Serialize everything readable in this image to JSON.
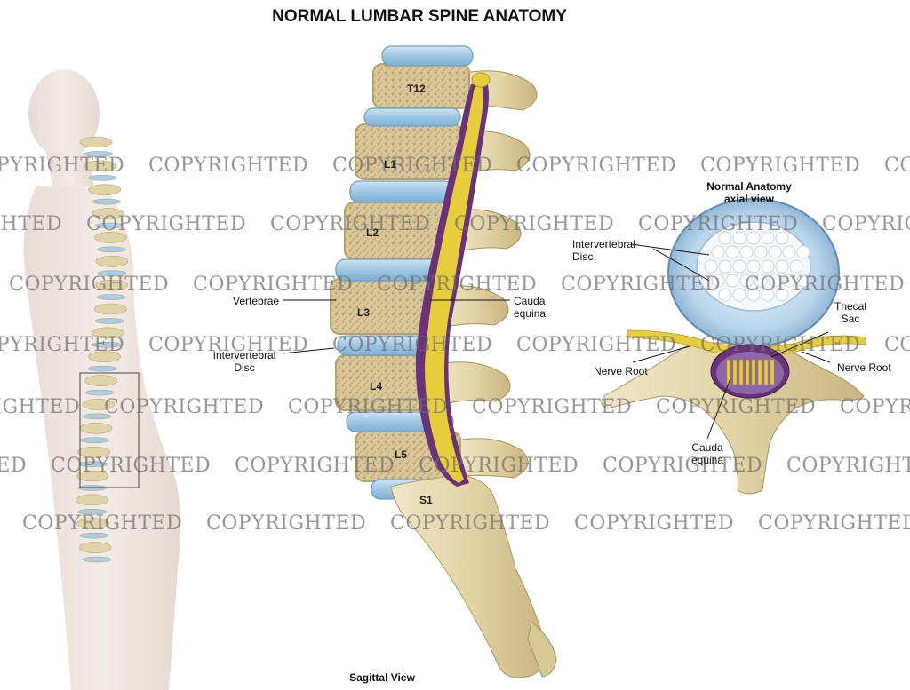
{
  "title": "NORMAL LUMBAR SPINE ANATOMY",
  "sagittal": {
    "caption": "Sagittal View",
    "levels": [
      "T12",
      "L1",
      "L2",
      "L3",
      "L4",
      "L5",
      "S1"
    ],
    "labels": {
      "vertebrae": "Vertebrae",
      "disc_line1": "Intervertebral",
      "disc_line2": "Disc",
      "cauda_line1": "Cauda",
      "cauda_line2": "equina"
    }
  },
  "axial": {
    "title_line1": "Normal Anatomy",
    "title_line2": "axial view",
    "labels": {
      "disc_line1": "Intervertebral",
      "disc_line2": "Disc",
      "thecal_line1": "Thecal",
      "thecal_line2": "Sac",
      "nerve_root_left": "Nerve Root",
      "nerve_root_right": "Nerve Root",
      "cauda_line1": "Cauda",
      "cauda_line2": "equina"
    }
  },
  "watermark": "COPYRIGHTED",
  "colors": {
    "bone": "#e3d7b0",
    "bone_dark": "#c2b07e",
    "disc": "#a9cde6",
    "disc_edge": "#6f9fc4",
    "nerve": "#e7cf3a",
    "dura": "#5e2a6e",
    "body_silhouette": "#efe5df"
  }
}
